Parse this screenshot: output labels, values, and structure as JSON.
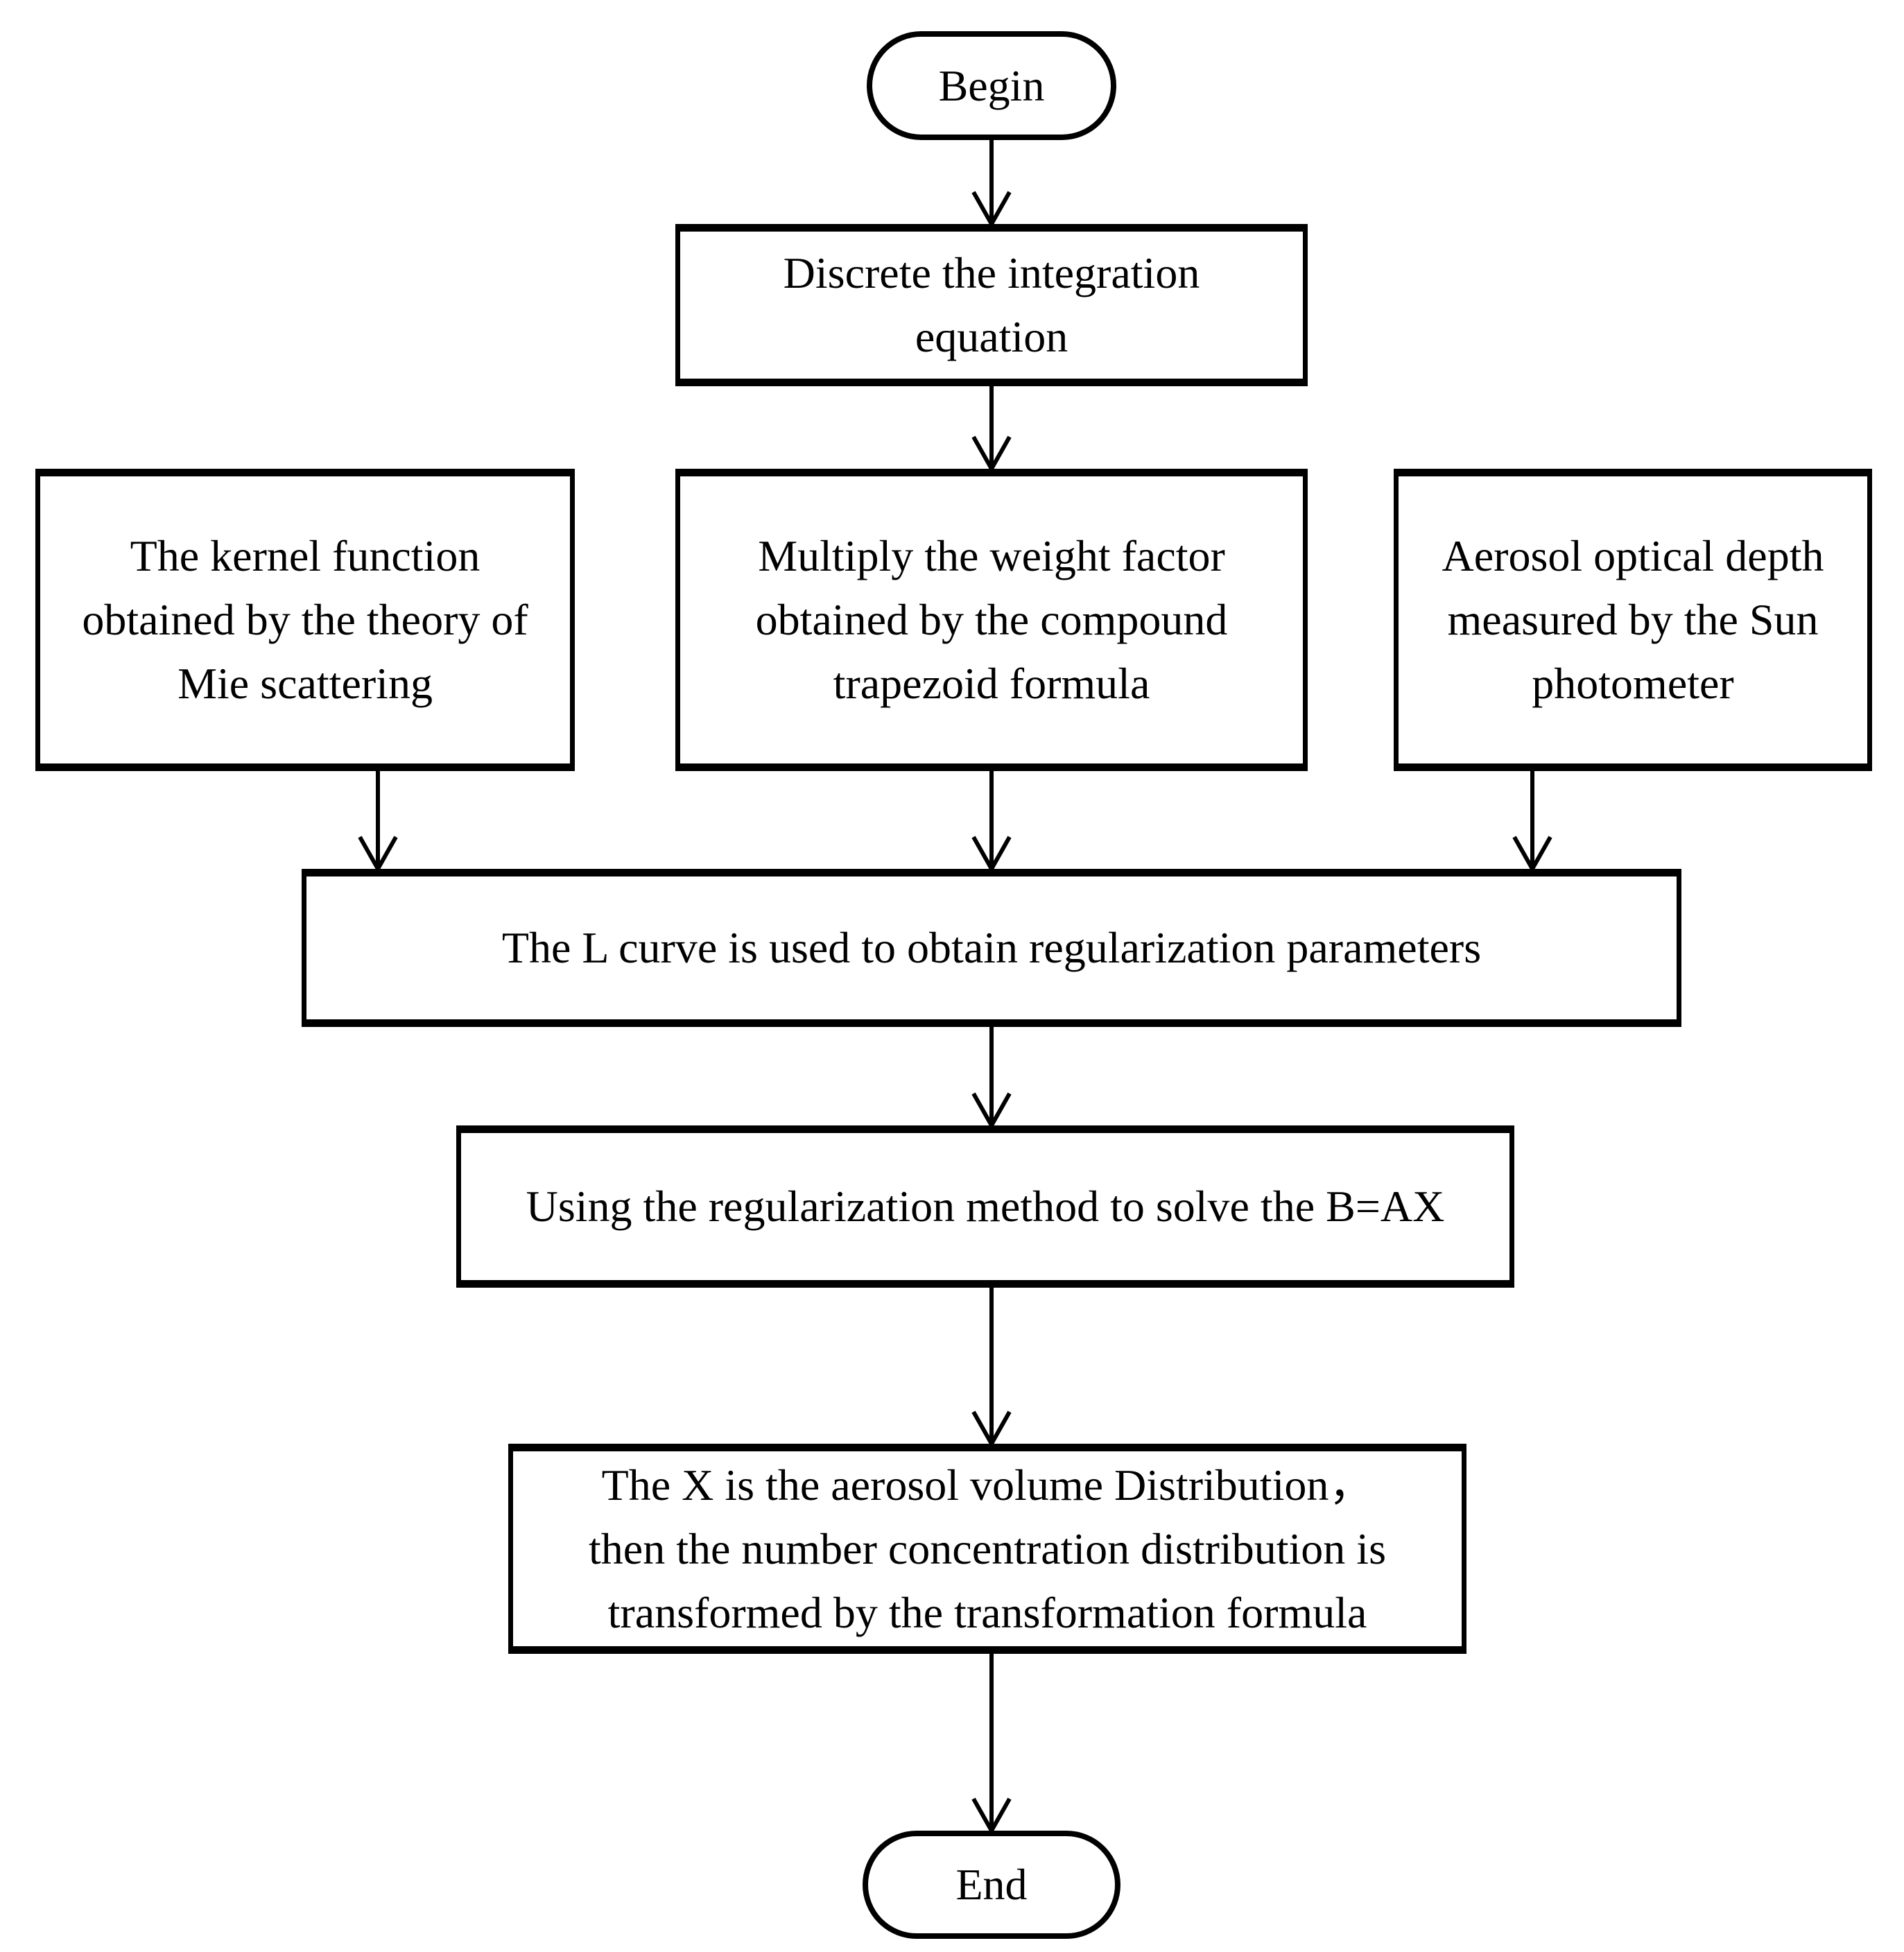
{
  "diagram_type": "flowchart",
  "colors": {
    "stroke": "#000000",
    "text": "#000000",
    "background": "#ffffff"
  },
  "nodes": {
    "begin": {
      "shape": "stadium",
      "label": "Begin"
    },
    "discretize": {
      "shape": "rect",
      "label": "Discrete the integration\nequation"
    },
    "kernel": {
      "shape": "rect",
      "label": "The kernel function\nobtained by the theory of\nMie scattering"
    },
    "weight": {
      "shape": "rect",
      "label": "Multiply the weight factor\nobtained by the compound\ntrapezoid formula"
    },
    "aod": {
      "shape": "rect",
      "label": "Aerosol optical depth\nmeasured by the Sun\nphotometer"
    },
    "lcurve": {
      "shape": "rect",
      "label": "The L curve is used to obtain regularization parameters"
    },
    "solve": {
      "shape": "rect",
      "label": "Using the regularization method to solve the B=AX"
    },
    "result": {
      "shape": "rect",
      "label": "The X is the aerosol volume Distribution，\nthen the number concentration distribution is\ntransformed by the transformation formula"
    },
    "end": {
      "shape": "stadium",
      "label": "End"
    }
  },
  "edges": [
    {
      "from": "begin",
      "to": "discretize"
    },
    {
      "from": "discretize",
      "to": "weight"
    },
    {
      "from": "kernel",
      "to": "lcurve"
    },
    {
      "from": "weight",
      "to": "lcurve"
    },
    {
      "from": "aod",
      "to": "lcurve"
    },
    {
      "from": "lcurve",
      "to": "solve"
    },
    {
      "from": "solve",
      "to": "result"
    },
    {
      "from": "result",
      "to": "end"
    }
  ]
}
